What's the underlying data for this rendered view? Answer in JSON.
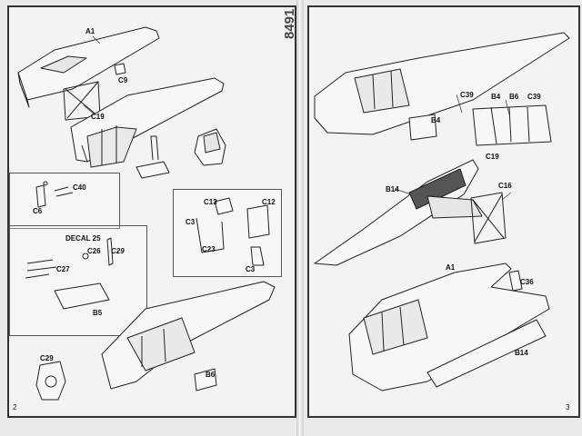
{
  "kit_number": "8491",
  "left_page": {
    "page_number": "2",
    "labels": {
      "a1": "A1",
      "c9": "C9",
      "c19": "C19",
      "c40": "C40",
      "c6": "C6",
      "decal": "DECAL 25",
      "c26": "C26",
      "c29": "C29",
      "c27": "C27",
      "b5": "B5",
      "c13": "C13",
      "c12": "C12",
      "c3a": "C3",
      "c23": "C23",
      "c3b": "C3",
      "c29b": "C29",
      "b6": "B6"
    }
  },
  "right_page": {
    "page_number": "3",
    "labels": {
      "c39a": "C39",
      "b4a": "B4",
      "b6": "B6",
      "c39b": "C39",
      "b4b": "B4",
      "c19": "C19",
      "b14a": "B14",
      "c16": "C16",
      "a1": "A1",
      "c36": "C36",
      "b14b": "B14"
    }
  }
}
